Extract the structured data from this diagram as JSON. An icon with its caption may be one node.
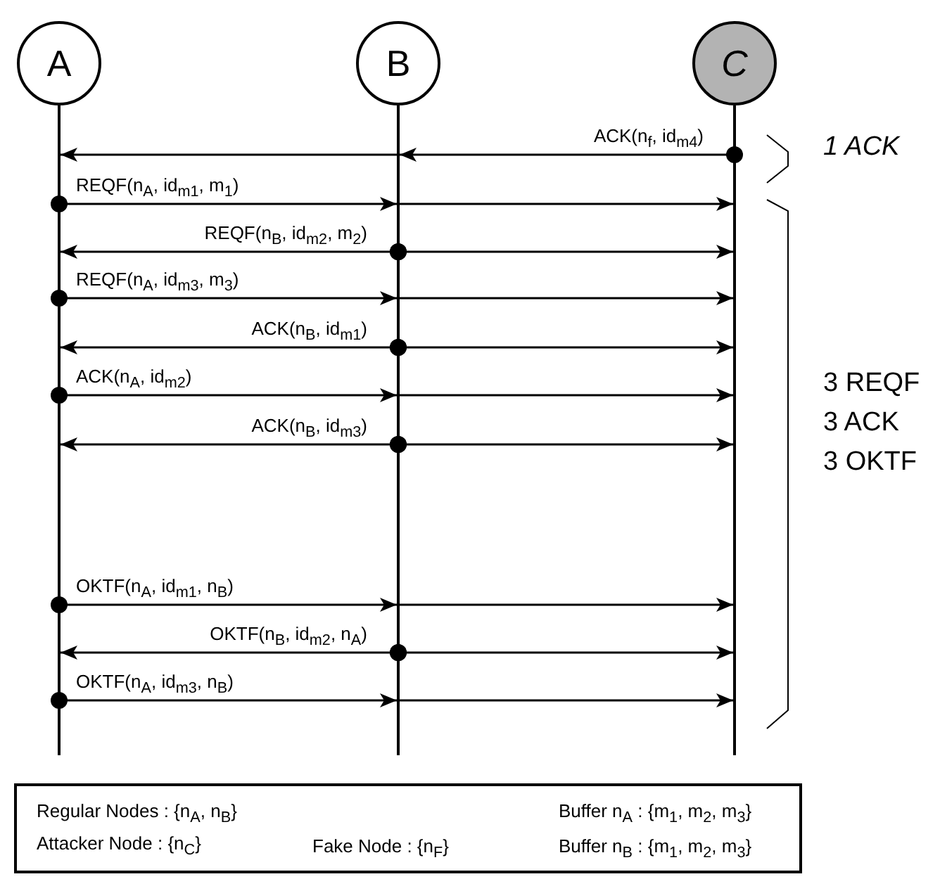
{
  "diagram": {
    "nodes": [
      {
        "text": [
          "A"
        ]
      },
      {
        "text": [
          "B"
        ]
      },
      {
        "text": [
          "C"
        ]
      },
      {
        "text": [
          "Regular Nodes : {n$_{A}$, n$_{B}$}",
          "Buffer n$_{A}$ : {m$_{1}$, m$_{2}$, m$_{3}$}",
          "Attacker Node : {n$_{C}$}",
          "Fake Node : {n$_{F}$}",
          "Buffer n$_{B}$ : {m$_{1}$, m$_{2}$, m$_{3}$}"
        ]
      }
    ],
    "edges": [
      {
        "from": 2,
        "to": 1,
        "arrow": "to",
        "label": "ACK(n$_{f}$, id$_{m4}$)"
      },
      {
        "from": 1,
        "to": 0,
        "arrow": "to"
      },
      {
        "from": 0,
        "to": 1,
        "arrow": "to",
        "label": "REQF(n$_{A}$, id$_{m1}$, m$_{1}$)"
      },
      {
        "from": 1,
        "to": 2,
        "arrow": "to"
      },
      {
        "from": 1,
        "to": 0,
        "arrow": "to",
        "label": "REQF(n$_{B}$, id$_{m2}$, m$_{2}$)"
      },
      {
        "from": 1,
        "to": 2,
        "arrow": "to"
      },
      {
        "from": 0,
        "to": 1,
        "arrow": "to",
        "label": "REQF(n$_{A}$, id$_{m3}$, m$_{3}$)"
      },
      {
        "from": 1,
        "to": 2,
        "arrow": "to"
      },
      {
        "from": 1,
        "to": 0,
        "arrow": "to",
        "label": "ACK(n$_{B}$, id$_{m1}$)"
      },
      {
        "from": 1,
        "to": 2,
        "arrow": "to"
      },
      {
        "from": 0,
        "to": 1,
        "arrow": "to",
        "label": "ACK(n$_{A}$, id$_{m2}$)"
      },
      {
        "from": 1,
        "to": 2,
        "arrow": "to"
      },
      {
        "from": 1,
        "to": 0,
        "arrow": "to",
        "label": "ACK(n$_{B}$, id$_{m3}$)"
      },
      {
        "from": 1,
        "to": 2,
        "arrow": "to"
      },
      {
        "from": 0,
        "to": 1,
        "arrow": "to",
        "label": "OKTF(n$_{A}$, id$_{m1}$, n$_{B}$)"
      },
      {
        "from": 1,
        "to": 2,
        "arrow": "to"
      },
      {
        "from": 1,
        "to": 0,
        "arrow": "to",
        "label": "OKTF(n$_{B}$, id$_{m2}$, n$_{A}$)"
      },
      {
        "from": 1,
        "to": 2,
        "arrow": "to"
      },
      {
        "from": 0,
        "to": 1,
        "arrow": "to",
        "label": "OKTF(n$_{A}$, id$_{m3}$, n$_{B}$)"
      },
      {
        "from": 1,
        "to": 2,
        "arrow": "to"
      }
    ],
    "labels": [
      "1 ACK",
      "3 REQF",
      "3 ACK",
      "3 OKTF"
    ]
  }
}
